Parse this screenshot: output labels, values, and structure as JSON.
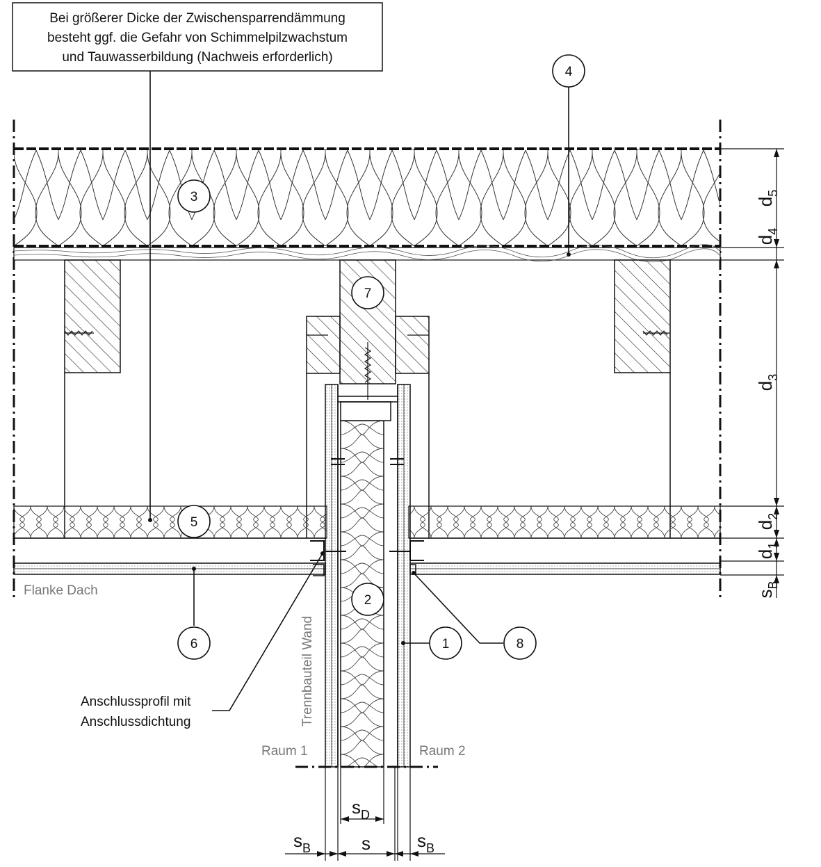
{
  "note": {
    "line1": "Bei größerer Dicke der Zwischensparrendämmung",
    "line2": "besteht ggf. die Gefahr von Schimmelpilzwachstum",
    "line3": "und Tauwasserbildung (Nachweis erforderlich)"
  },
  "callouts": {
    "c1": "1",
    "c2": "2",
    "c3": "3",
    "c4": "4",
    "c5": "5",
    "c6": "6",
    "c7": "7",
    "c8": "8"
  },
  "labels": {
    "flanke": "Flanke Dach",
    "trennbauteil": "Trennbauteil Wand",
    "anschluss1": "Anschlussprofil mit",
    "anschluss2": "Anschlussdichtung",
    "raum1": "Raum 1",
    "raum2": "Raum 2"
  },
  "dims": {
    "d": "d",
    "d5": "5",
    "d4": "4",
    "d3": "3",
    "d2": "2",
    "d1": "1",
    "s": "s",
    "sub_B": "B",
    "sub_D": "D"
  }
}
